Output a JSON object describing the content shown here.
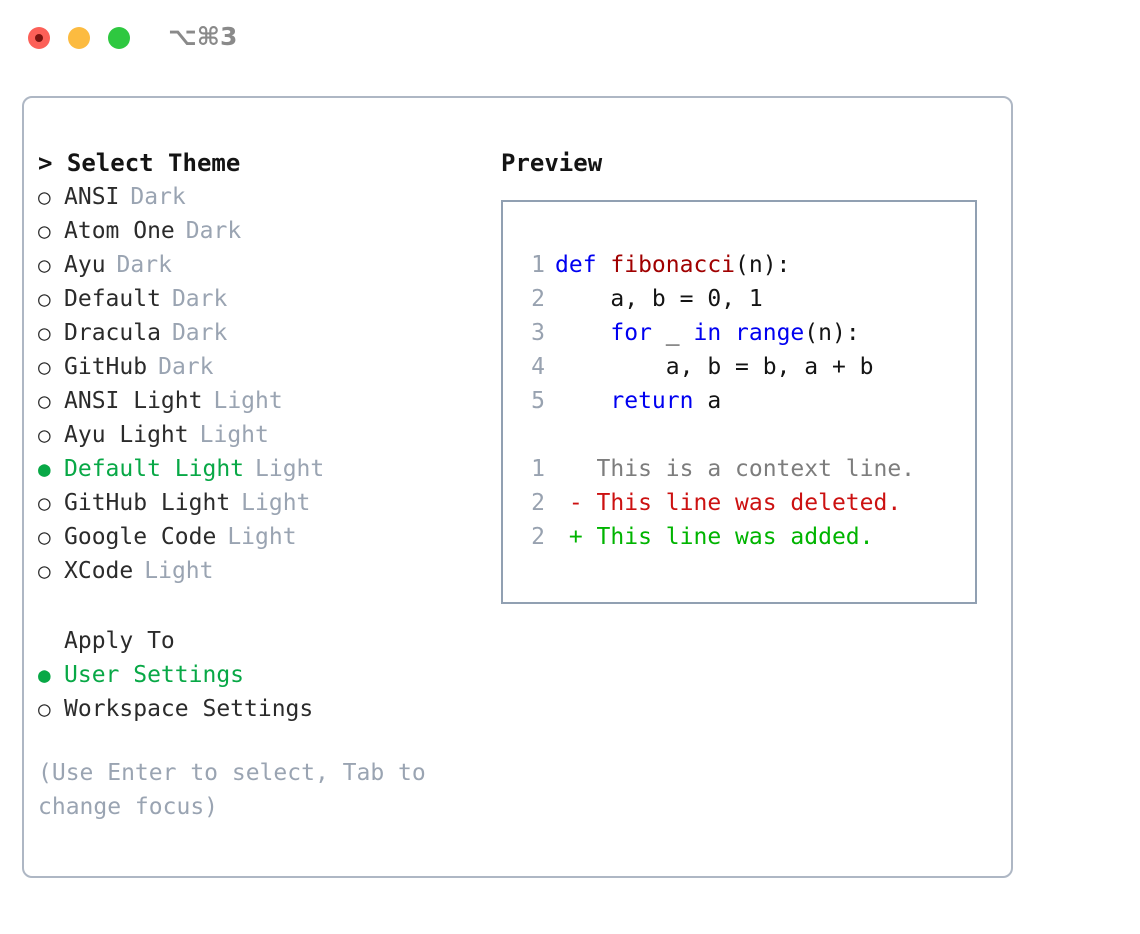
{
  "titlebar": {
    "shortcut": "⌥⌘3",
    "lights": [
      {
        "name": "close",
        "color": "#fc6058"
      },
      {
        "name": "minimize",
        "color": "#fcbb40"
      },
      {
        "name": "zoom",
        "color": "#2ec840"
      }
    ]
  },
  "left": {
    "title": "> Select Theme",
    "themes": [
      {
        "marker": "○",
        "label": "ANSI",
        "variant": "Dark",
        "selected": false
      },
      {
        "marker": "○",
        "label": "Atom One",
        "variant": "Dark",
        "selected": false
      },
      {
        "marker": "○",
        "label": "Ayu",
        "variant": "Dark",
        "selected": false
      },
      {
        "marker": "○",
        "label": "Default",
        "variant": "Dark",
        "selected": false
      },
      {
        "marker": "○",
        "label": "Dracula",
        "variant": "Dark",
        "selected": false
      },
      {
        "marker": "○",
        "label": "GitHub",
        "variant": "Dark",
        "selected": false
      },
      {
        "marker": "○",
        "label": "ANSI Light",
        "variant": "Light",
        "selected": false
      },
      {
        "marker": "○",
        "label": "Ayu Light",
        "variant": "Light",
        "selected": false
      },
      {
        "marker": "●",
        "label": "Default Light",
        "variant": "Light",
        "selected": true
      },
      {
        "marker": "○",
        "label": "GitHub Light",
        "variant": "Light",
        "selected": false
      },
      {
        "marker": "○",
        "label": "Google Code",
        "variant": "Light",
        "selected": false
      },
      {
        "marker": "○",
        "label": "XCode",
        "variant": "Light",
        "selected": false
      }
    ],
    "apply_to_title": "Apply To",
    "apply_to_options": [
      {
        "marker": "●",
        "label": "User Settings",
        "selected": true
      },
      {
        "marker": "○",
        "label": "Workspace Settings",
        "selected": false
      }
    ],
    "hint": "(Use Enter to select, Tab to change focus)"
  },
  "right": {
    "title": "Preview",
    "code_lines": [
      {
        "no": "1",
        "tokens": [
          {
            "t": "def ",
            "k": "kw"
          },
          {
            "t": "fibonacci",
            "k": "fn"
          },
          {
            "t": "(n):",
            "k": "pl"
          }
        ]
      },
      {
        "no": "2",
        "tokens": [
          {
            "t": "    a, b = 0, 1",
            "k": "pl"
          }
        ]
      },
      {
        "no": "3",
        "tokens": [
          {
            "t": "    ",
            "k": "pl"
          },
          {
            "t": "for",
            "k": "kw"
          },
          {
            "t": " _ ",
            "k": "pl"
          },
          {
            "t": "in",
            "k": "kw"
          },
          {
            "t": " ",
            "k": "pl"
          },
          {
            "t": "range",
            "k": "kw"
          },
          {
            "t": "(n):",
            "k": "pl"
          }
        ]
      },
      {
        "no": "4",
        "tokens": [
          {
            "t": "        a, b = b, a + b",
            "k": "pl"
          }
        ]
      },
      {
        "no": "5",
        "tokens": [
          {
            "t": "    ",
            "k": "pl"
          },
          {
            "t": "return",
            "k": "kw"
          },
          {
            "t": " a",
            "k": "pl"
          }
        ]
      }
    ],
    "diff_lines": [
      {
        "no": "1",
        "tokens": [
          {
            "t": "   This is a context line.",
            "k": "ctx"
          }
        ]
      },
      {
        "no": "2",
        "tokens": [
          {
            "t": " - This line was deleted.",
            "k": "del"
          }
        ]
      },
      {
        "no": "2",
        "tokens": [
          {
            "t": " + This line was added.",
            "k": "add"
          }
        ]
      }
    ]
  },
  "colors": {
    "accent_green": "#08a846",
    "muted": "#9aa4b2",
    "keyword_blue": "#0000f0",
    "function_red": "#a00000",
    "diff_deleted": "#cc1111",
    "diff_added": "#00b400",
    "border": "#aeb7c4"
  }
}
